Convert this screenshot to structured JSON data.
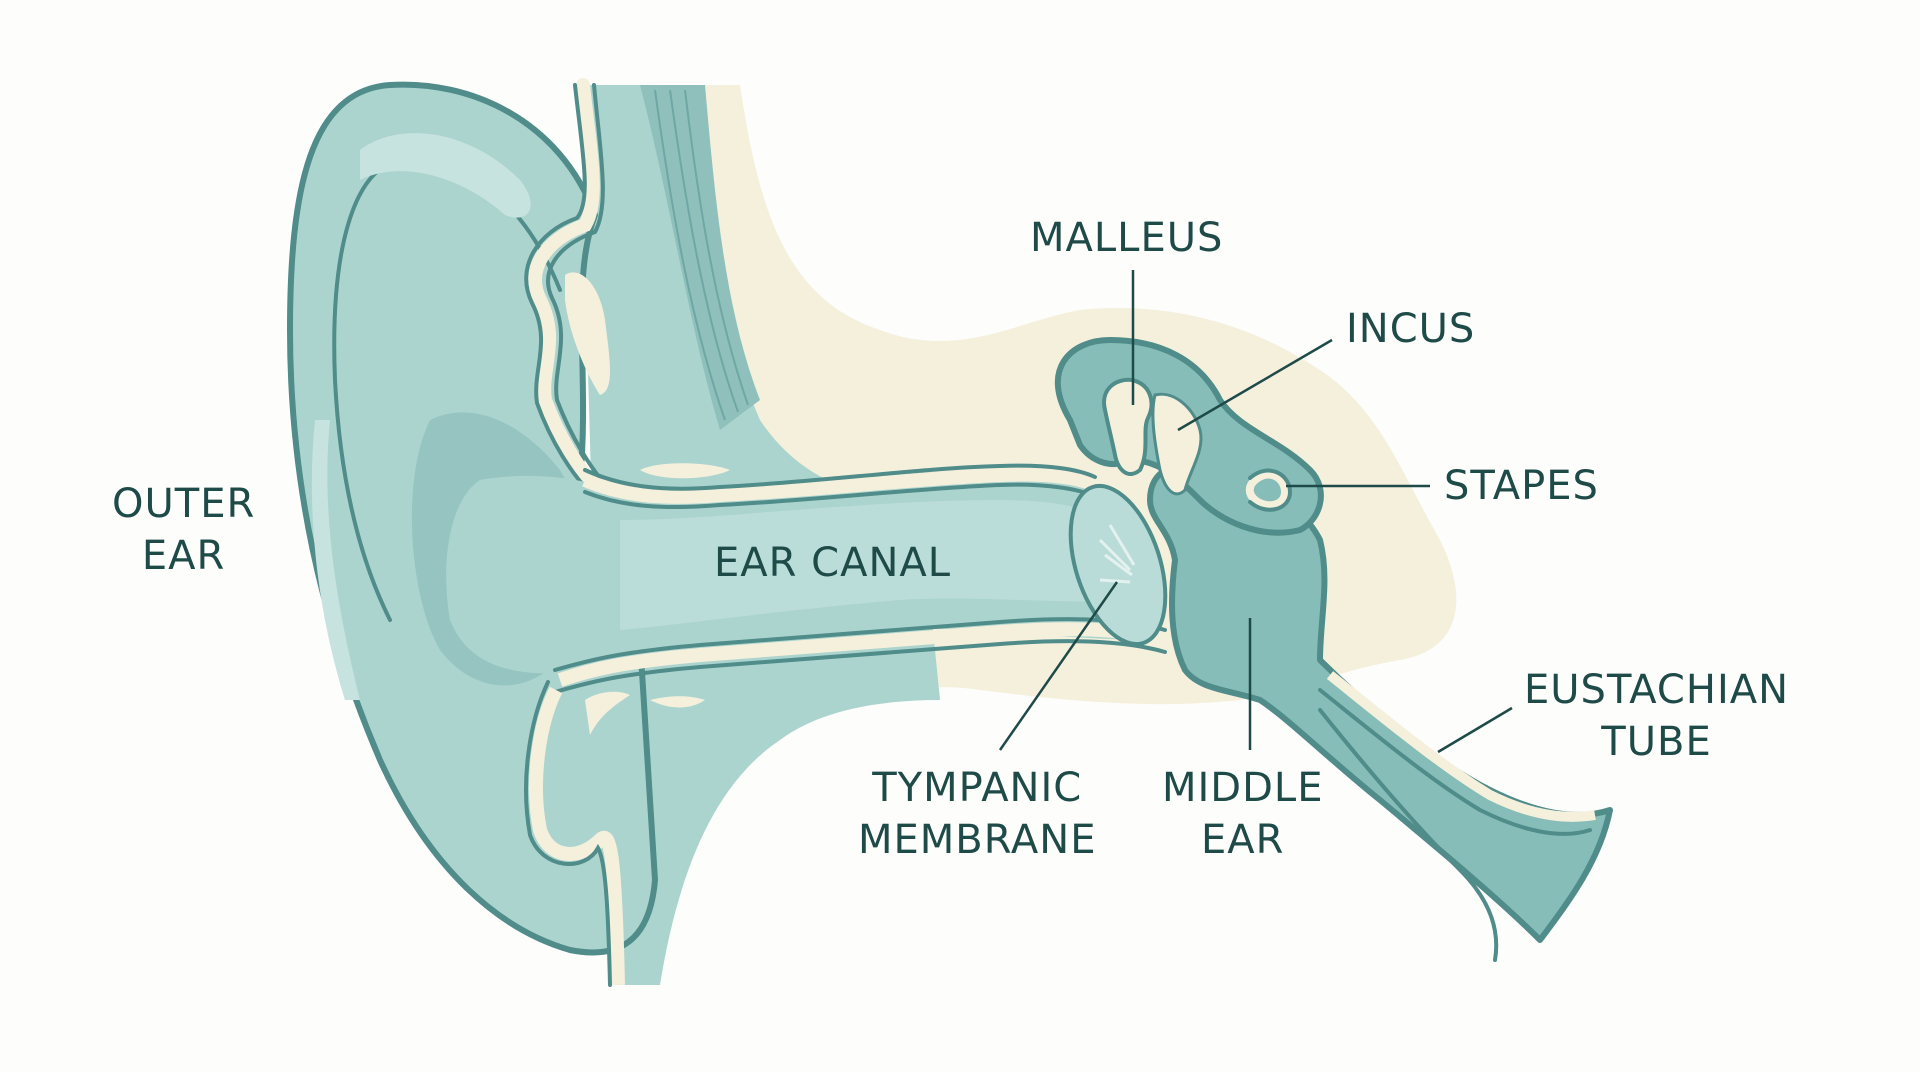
{
  "diagram": {
    "subject": "Human ear anatomy cross-section",
    "colors": {
      "background": "#fdfdfc",
      "tissue_fill": "#acd4cf",
      "tissue_light": "#c7e3df",
      "tissue_dark": "#8fc0bc",
      "middle_ear_fill": "#86bdb9",
      "outline": "#4f8c8a",
      "bone_cream": "#f5f0dc",
      "label_text": "#1e4a48"
    },
    "labels": {
      "outer_ear": [
        "OUTER",
        "EAR"
      ],
      "ear_canal": "EAR CANAL",
      "malleus": "MALLEUS",
      "incus": "INCUS",
      "stapes": "STAPES",
      "tympanic_membrane": [
        "TYMPANIC",
        "MEMBRANE"
      ],
      "middle_ear": [
        "MIDDLE",
        "EAR"
      ],
      "eustachian_tube": [
        "EUSTACHIAN",
        "TUBE"
      ]
    }
  }
}
